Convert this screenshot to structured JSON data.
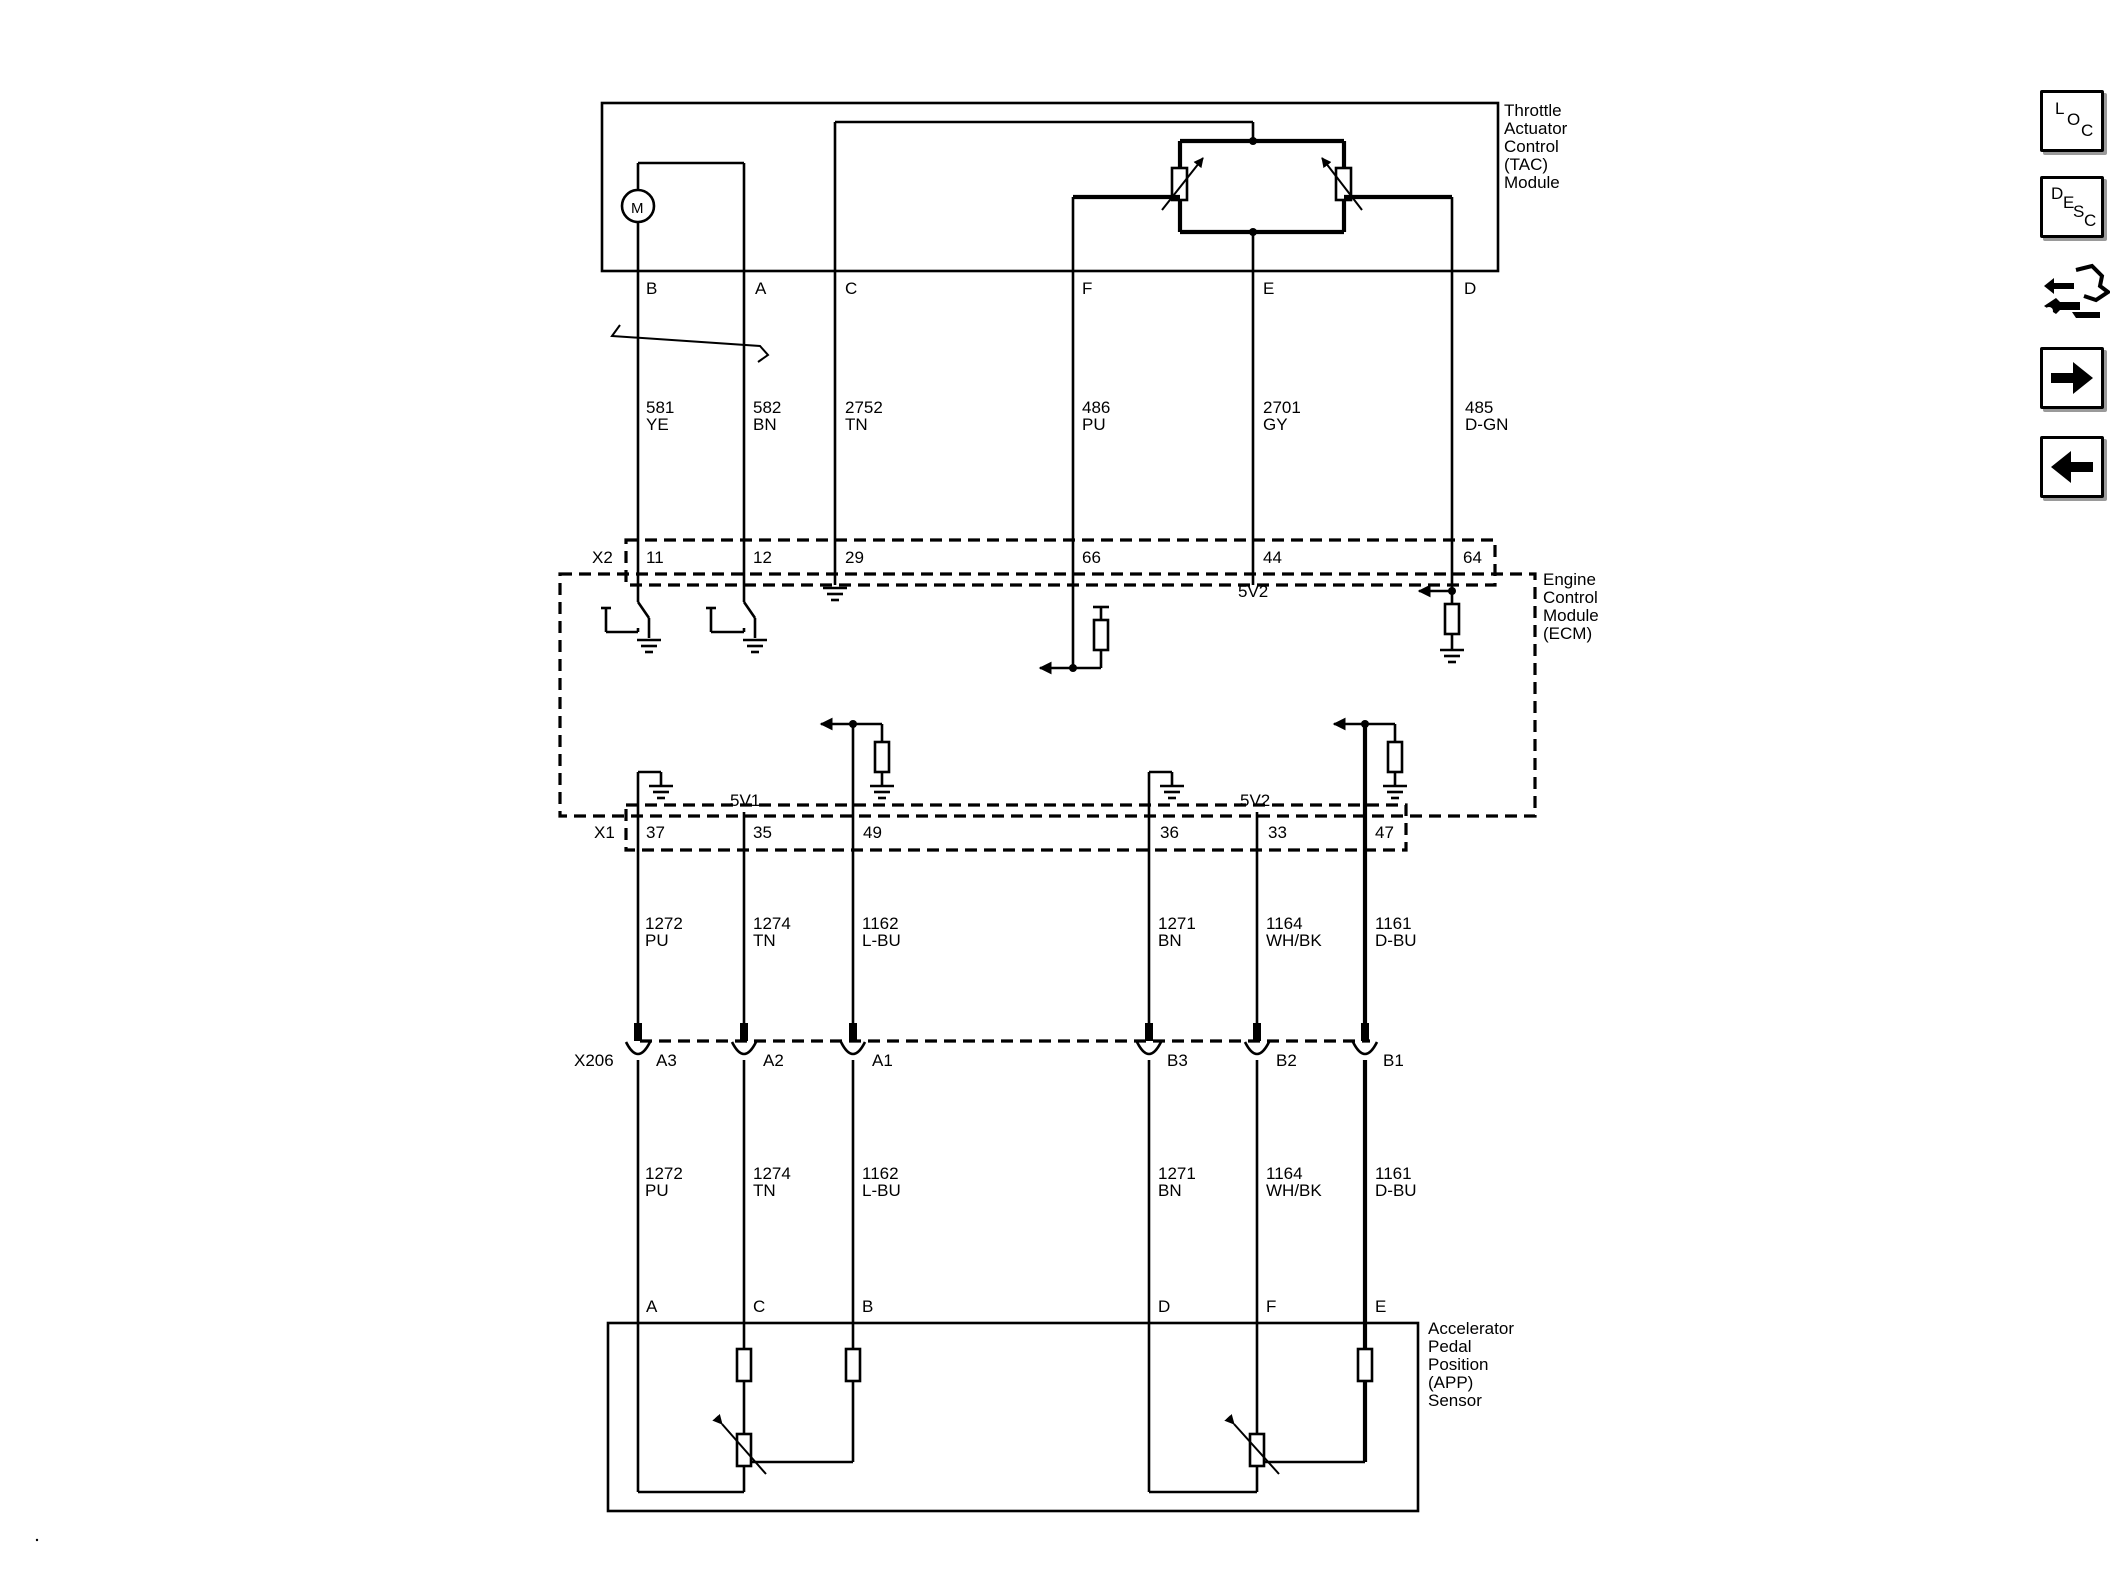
{
  "modules": {
    "tac": [
      "Throttle",
      "Actuator",
      "Control",
      "(TAC)",
      "Module"
    ],
    "ecm": [
      "Engine",
      "Control",
      "Module",
      "(ECM)"
    ],
    "app": [
      "Accelerator",
      "Pedal",
      "Position",
      "(APP)",
      "Sensor"
    ]
  },
  "motor_symbol": "M",
  "tac_pins": [
    "B",
    "A",
    "C",
    "F",
    "E",
    "D"
  ],
  "tac_wires": [
    {
      "circuit": "581",
      "color": "YE"
    },
    {
      "circuit": "582",
      "color": "BN"
    },
    {
      "circuit": "2752",
      "color": "TN"
    },
    {
      "circuit": "486",
      "color": "PU"
    },
    {
      "circuit": "2701",
      "color": "GY"
    },
    {
      "circuit": "485",
      "color": "D-GN"
    }
  ],
  "x2": {
    "connector": "X2",
    "pins": [
      "11",
      "12",
      "29",
      "66",
      "44",
      "64"
    ]
  },
  "ecm_internal": {
    "ref_top": "5V2",
    "ref_left": "5V1",
    "ref_right": "5V2"
  },
  "x1": {
    "connector": "X1",
    "pins": [
      "37",
      "35",
      "49",
      "36",
      "33",
      "47"
    ]
  },
  "x1_wires": [
    {
      "circuit": "1272",
      "color": "PU"
    },
    {
      "circuit": "1274",
      "color": "TN"
    },
    {
      "circuit": "1162",
      "color": "L-BU"
    },
    {
      "circuit": "1271",
      "color": "BN"
    },
    {
      "circuit": "1164",
      "color": "WH/BK"
    },
    {
      "circuit": "1161",
      "color": "D-BU"
    }
  ],
  "x206": {
    "connector": "X206",
    "pins": [
      "A3",
      "A2",
      "A1",
      "B3",
      "B2",
      "B1"
    ]
  },
  "x206_wires": [
    {
      "circuit": "1272",
      "color": "PU"
    },
    {
      "circuit": "1274",
      "color": "TN"
    },
    {
      "circuit": "1162",
      "color": "L-BU"
    },
    {
      "circuit": "1271",
      "color": "BN"
    },
    {
      "circuit": "1164",
      "color": "WH/BK"
    },
    {
      "circuit": "1161",
      "color": "D-BU"
    }
  ],
  "app_pins": [
    "A",
    "C",
    "B",
    "D",
    "F",
    "E"
  ],
  "nav": {
    "loc": {
      "letters": [
        "L",
        "O",
        "C"
      ],
      "icon": "location-icon"
    },
    "desc": {
      "letters": [
        "D",
        "E",
        "S",
        "C"
      ],
      "icon": "description-icon"
    },
    "connector": {
      "icon": "connector-repair-icon"
    },
    "next": {
      "icon": "arrow-right-icon"
    },
    "prev": {
      "icon": "arrow-left-icon"
    }
  }
}
